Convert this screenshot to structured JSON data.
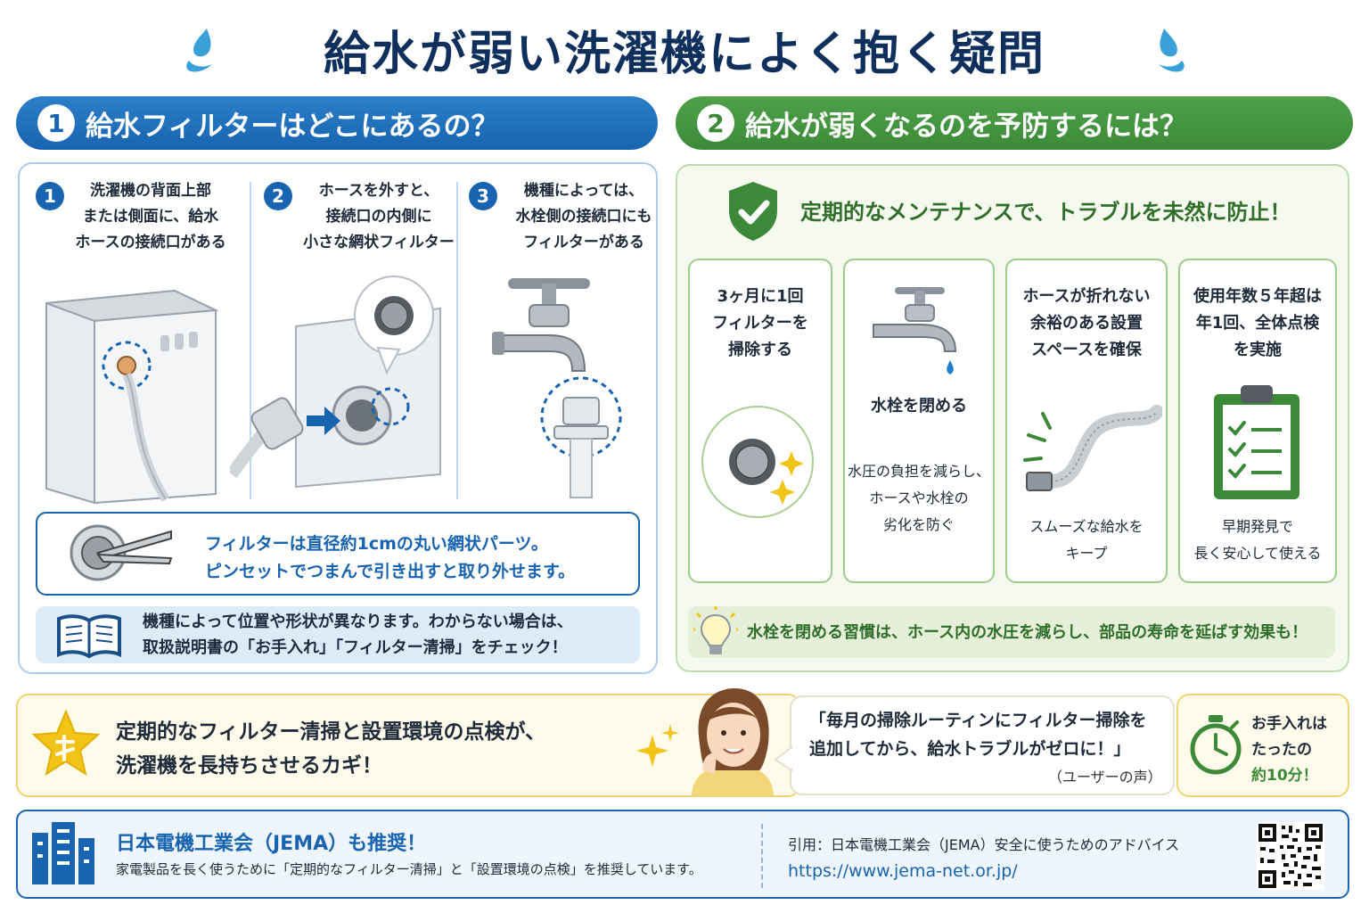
{
  "title": "給水が弱い洗濯機によく抱く疑問",
  "colors": {
    "blue": "#1864b0",
    "green": "#3c8a39",
    "yellow": "#f0d470"
  },
  "section1": {
    "num": "1",
    "title": "給水フィルターはどこにあるの？",
    "steps": [
      {
        "num": "1",
        "lines": [
          "洗濯機の背面上部",
          "または側面に、給水",
          "ホースの接続口がある"
        ]
      },
      {
        "num": "2",
        "lines": [
          "ホースを外すと、",
          "接続口の内側に",
          "小さな網状フィルター"
        ]
      },
      {
        "num": "3",
        "lines": [
          "機種によっては、",
          "水栓側の接続口にも",
          "フィルターがある"
        ]
      }
    ],
    "info_lines": [
      "フィルターは直径約1cmの丸い網状パーツ。",
      "ピンセットでつまんで引き出すと取り外せます。"
    ],
    "note_lines": [
      "機種によって位置や形状が異なります。わからない場合は、",
      "取扱説明書の「お手入れ」「フィルター清掃」をチェック！"
    ]
  },
  "section2": {
    "num": "2",
    "title": "給水が弱くなるのを予防するには？",
    "headline": "定期的なメンテナンスで、トラブルを未然に防止！",
    "cards": [
      {
        "title_lines": [
          "3ヶ月に1回",
          "フィルターを",
          "掃除する"
        ],
        "sub_lines": []
      },
      {
        "title_lines": [
          "水栓を閉める"
        ],
        "sub_lines": [
          "水圧の負担を減らし、",
          "ホースや水栓の",
          "劣化を防ぐ"
        ]
      },
      {
        "title_lines": [
          "ホースが折れない",
          "余裕のある設置",
          "スペースを確保"
        ],
        "sub_lines": [
          "スムーズな給水を",
          "キープ"
        ]
      },
      {
        "title_lines": [
          "使用年数５年超は",
          "年1回、全体点検",
          "を実施"
        ],
        "sub_lines": [
          "早期発見で",
          "長く安心して使える"
        ]
      }
    ],
    "tip": "水栓を閉める習慣は、ホース内の水圧を減らし、部品の寿命を延ばす効果も！"
  },
  "key": {
    "lines": [
      "定期的なフィルター清掃と設置環境の点検が、",
      "洗濯機を長持ちさせるカギ！"
    ]
  },
  "quote": {
    "lines": [
      "「毎月の掃除ルーティンにフィルター掃除を",
      "追加してから、給水トラブルがゼロに！」"
    ],
    "source": "（ユーザーの声）"
  },
  "time": {
    "lines": [
      "お手入れは",
      "たったの"
    ],
    "value": "約10分！"
  },
  "footer": {
    "title": "日本電機工業会（JEMA）も推奨！",
    "sub": "家電製品を長く使うために「定期的なフィルター清掃」と「設置環境の点検」を推奨しています。",
    "cite": "引用：日本電機工業会（JEMA）安全に使うためのアドバイス",
    "url": "https://www.jema-net.or.jp/"
  }
}
